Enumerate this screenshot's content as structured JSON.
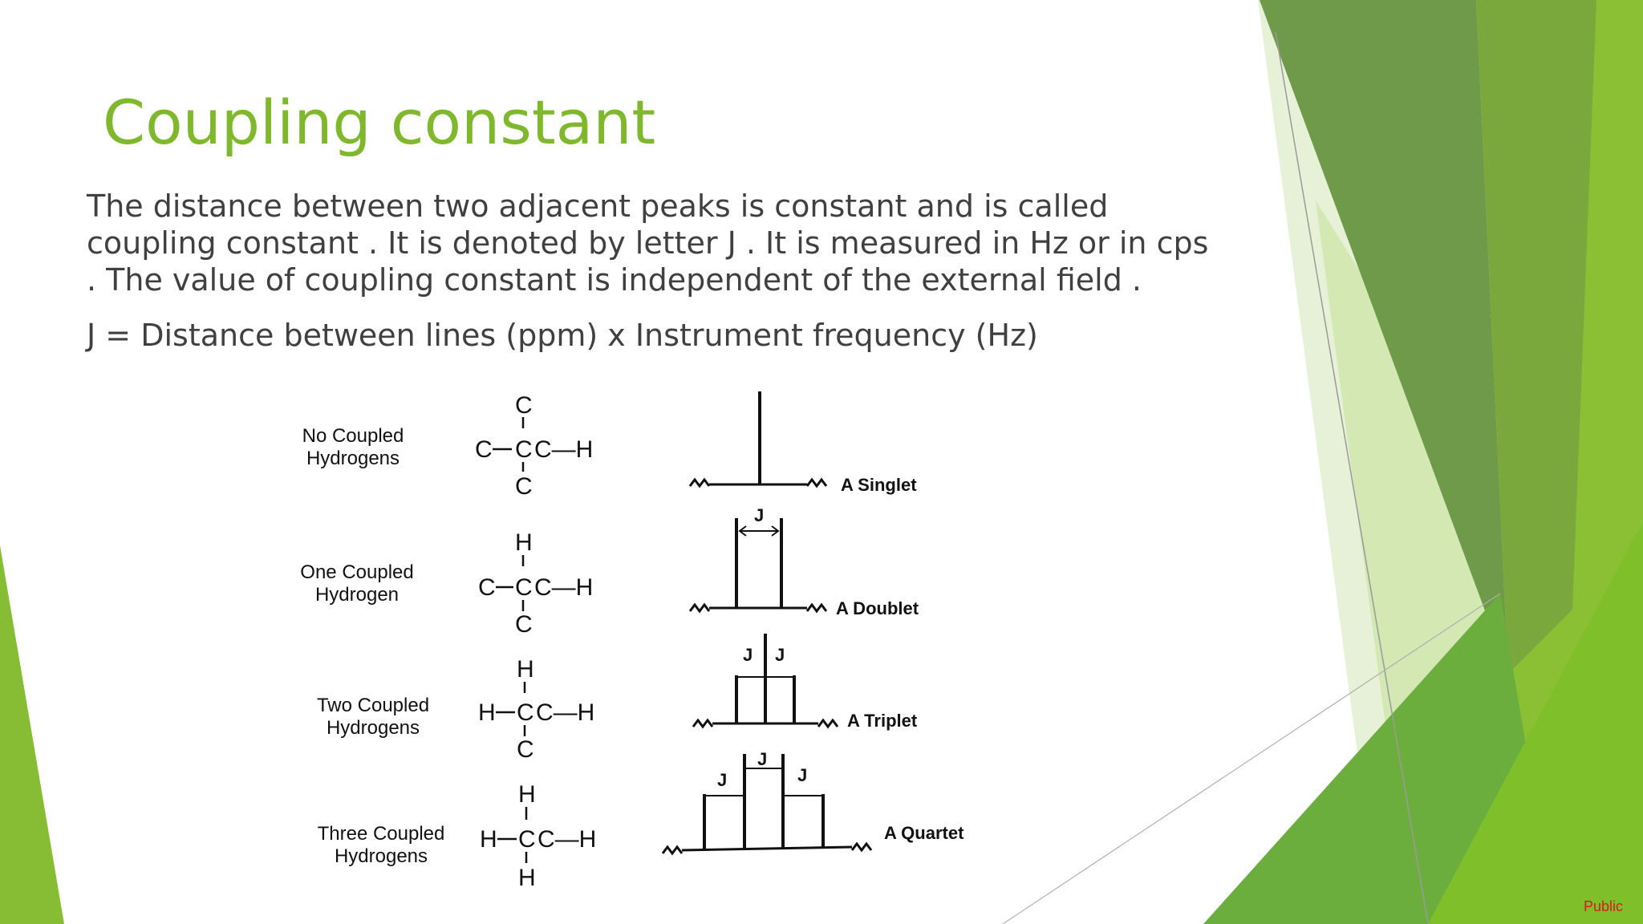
{
  "slide": {
    "title": "Coupling constant",
    "paragraph": "The distance between two adjacent peaks is constant and is called coupling constant . It is denoted by letter J . It is measured in Hz or in cps . The value of coupling constant is independent of the external field .",
    "formula": "J = Distance between lines (ppm) x Instrument frequency (Hz)",
    "classification": "Public"
  },
  "figure": {
    "rows": [
      {
        "label_line1": "No Coupled",
        "label_line2": "Hydrogens",
        "top": "C",
        "left": "C",
        "bottom": "C",
        "multiplet": "A Singlet"
      },
      {
        "label_line1": "One Coupled",
        "label_line2": "Hydrogen",
        "top": "H",
        "left": "C",
        "bottom": "C",
        "multiplet": "A Doublet"
      },
      {
        "label_line1": "Two Coupled",
        "label_line2": "Hydrogens",
        "top": "H",
        "left": "H",
        "bottom": "C",
        "multiplet": "A Triplet"
      },
      {
        "label_line1": "Three Coupled",
        "label_line2": "Hydrogens",
        "top": "H",
        "left": "H",
        "bottom": "H",
        "multiplet": "A Quartet"
      }
    ],
    "center_atom": "C",
    "right_group": "C—H",
    "j_label": "J"
  },
  "colors": {
    "title": "#7fb82d",
    "text": "#404040",
    "classification": "#d41d1d",
    "accent_light": "#93c83e",
    "accent_dark": "#5b8f2e"
  }
}
